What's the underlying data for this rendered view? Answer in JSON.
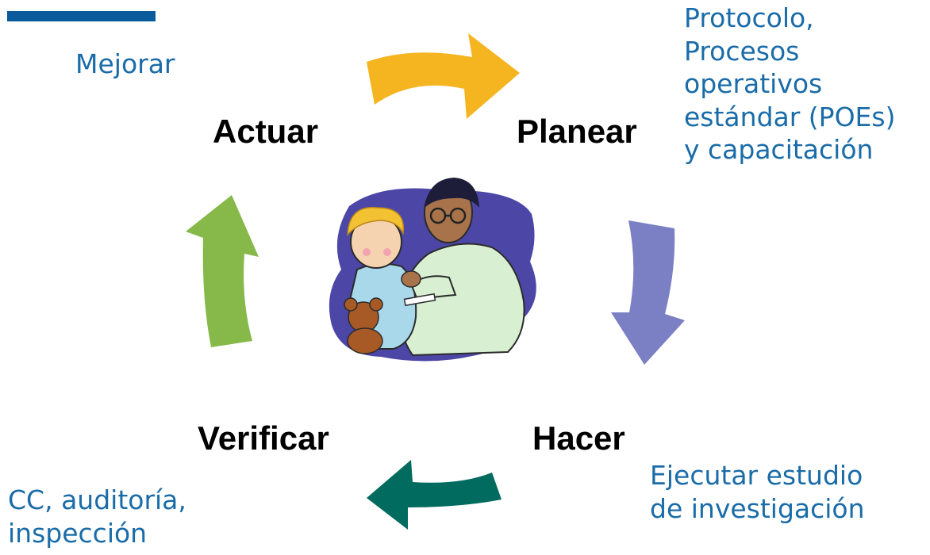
{
  "stages": {
    "actuar": "Actuar",
    "planear": "Planear",
    "hacer": "Hacer",
    "verificar": "Verificar"
  },
  "notes": {
    "actuar": [
      "Mejorar"
    ],
    "planear": [
      "Protocolo,",
      "Procesos",
      "operativos",
      "estándar (POEs)",
      "y capacitación"
    ],
    "hacer": [
      "Ejecutar estudio",
      "de investigación"
    ],
    "verificar": [
      "CC, auditoría,",
      "inspección"
    ]
  },
  "arrows": {
    "actuar_to_planear": {
      "color": "#f5b520",
      "icon": "curved-arrow-right"
    },
    "planear_to_hacer": {
      "color": "#7b7fc4",
      "icon": "curved-arrow-down"
    },
    "hacer_to_verificar": {
      "color": "#006b5e",
      "icon": "curved-arrow-left"
    },
    "verificar_to_actuar": {
      "color": "#86b94a",
      "icon": "curved-arrow-up"
    }
  },
  "colors": {
    "accent_bar": "#0a5a9c",
    "note_text": "#1a6ca8"
  },
  "center_image": {
    "icon": "doctor-vaccinating-child-clipart"
  }
}
